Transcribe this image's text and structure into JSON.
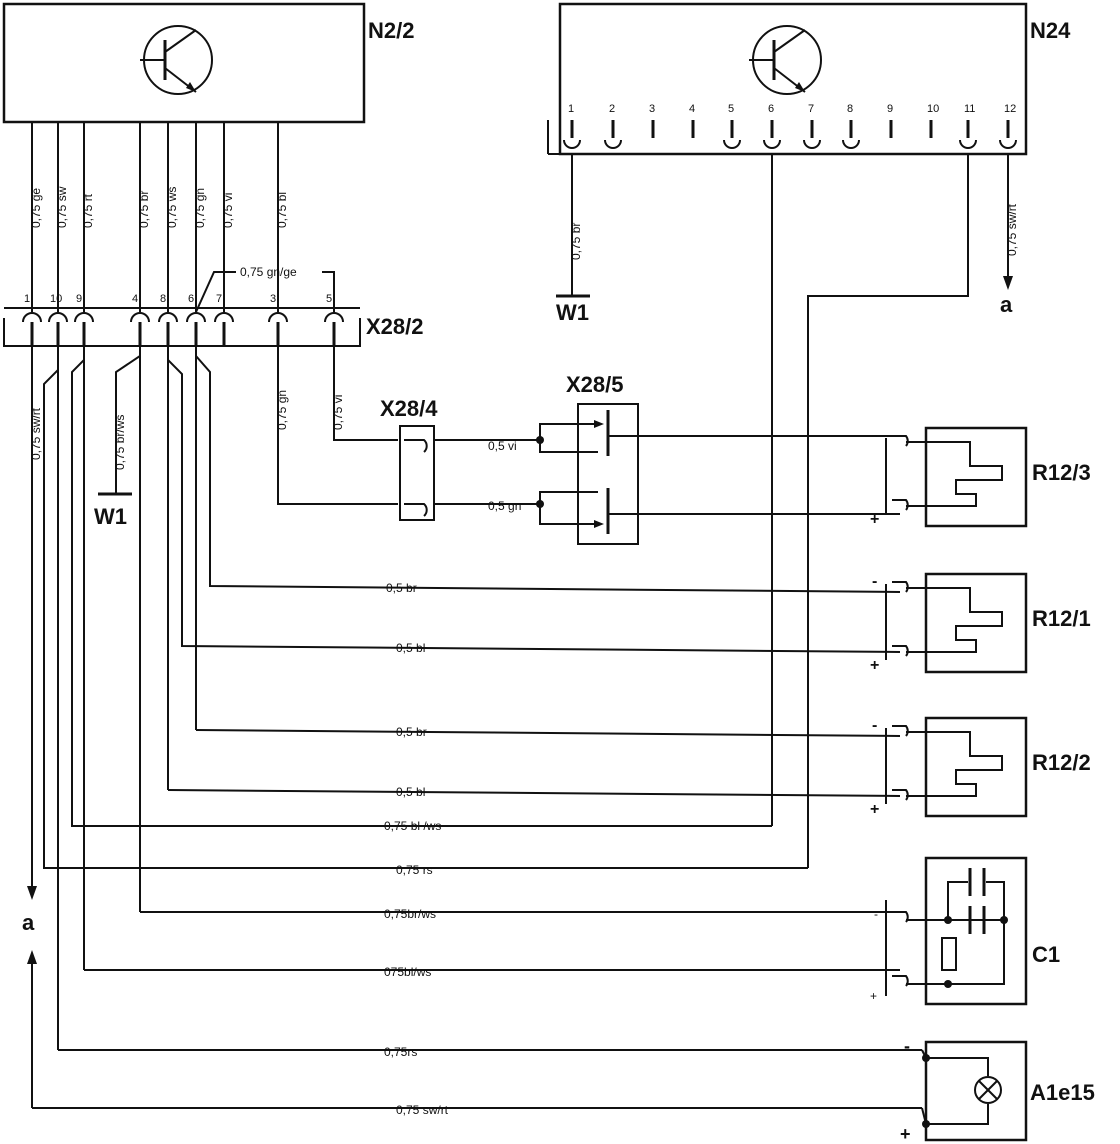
{
  "components": {
    "n2_2": "N2/2",
    "n24": "N24",
    "x28_2": "X28/2",
    "x28_4": "X28/4",
    "x28_5": "X28/5",
    "r12_3": "R12/3",
    "r12_1": "R12/1",
    "r12_2": "R12/2",
    "c1": "C1",
    "a1e15": "A1e15",
    "w1": "W1",
    "a": "a"
  },
  "n2_2_wires": [
    "0,75 ge",
    "0,75 sw",
    "0,75 rt",
    "0,75 br",
    "0,75 ws",
    "0,75 gn",
    "0,75 vi",
    "0,75 bl"
  ],
  "x28_2_pins": [
    "1",
    "10",
    "9",
    "4",
    "8",
    "6",
    "7",
    "3",
    "5"
  ],
  "n24_pins": [
    "1",
    "2",
    "3",
    "4",
    "5",
    "6",
    "7",
    "8",
    "9",
    "10",
    "11",
    "12"
  ],
  "wire_labels": {
    "gn_ge": "0,75 gn/ge",
    "br_n24": "0,75 br",
    "sw_rt_n24": "0,75 sw/rt",
    "sw_rt_left": "0,75 sw/rt",
    "br_ws_left": "0,75 br/ws",
    "gn_x28": "0,75 gn",
    "vi_x28": "0,75 vi",
    "vi_05": "0,5 vi",
    "gn_05": "0,5 gn",
    "br_r121": "0,5 br",
    "bl_r121": "0,5 bl",
    "br_r122": "0,5 br",
    "bl_r122": "0,5 bl",
    "bl_ws_1": "0,75 bl /ws",
    "rs_1": "0,75 rs",
    "br_ws_c1": "0,75br/ws",
    "bl_ws_c1": "075bl/ws",
    "rs_2": "0,75rs",
    "sw_rt_bottom": "0,75 sw/rt"
  },
  "polarity": {
    "minus": "-",
    "plus": "+"
  }
}
